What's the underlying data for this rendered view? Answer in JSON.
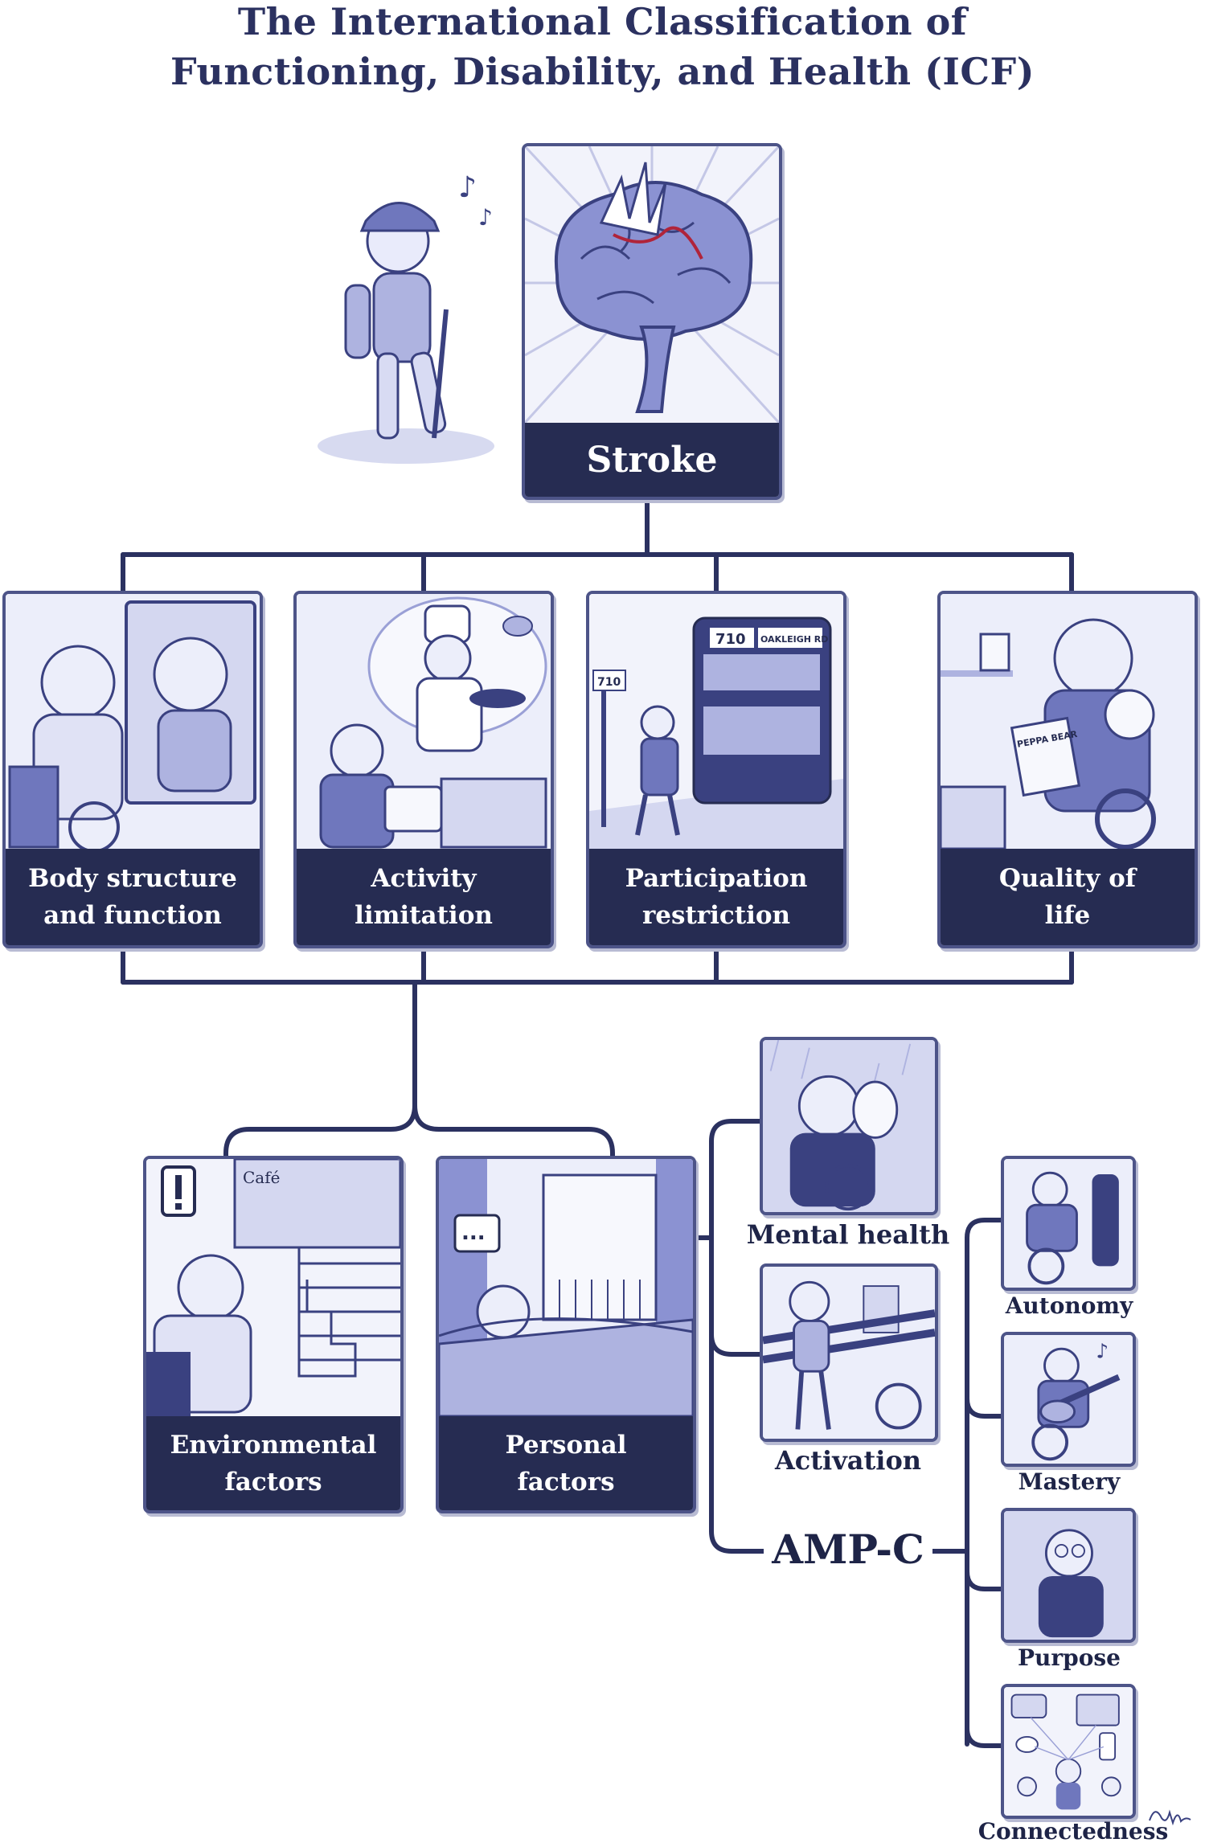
{
  "title": {
    "line1": "The International Classification of",
    "line2": "Functioning, Disability, and Health (ICF)"
  },
  "stroke": {
    "label": "Stroke"
  },
  "impacts": [
    {
      "line1": "Body structure",
      "line2": "and function"
    },
    {
      "line1": "Activity",
      "line2": "limitation"
    },
    {
      "line1": "Participation",
      "line2": "restriction"
    },
    {
      "line1": "Quality of",
      "line2": "life"
    }
  ],
  "factors": [
    {
      "line1": "Environmental",
      "line2": "factors"
    },
    {
      "line1": "Personal",
      "line2": "factors"
    }
  ],
  "personal_items": [
    {
      "label": "Mental health"
    },
    {
      "label": "Activation"
    }
  ],
  "ampc": {
    "label": "AMP-C",
    "items": [
      "Autonomy",
      "Mastery",
      "Purpose",
      "Connectedness"
    ]
  },
  "illustration_text": {
    "bus_route": "710",
    "bus_destination": "OAKLEIGH RD",
    "bus_stop": "710",
    "book": "PEPPA BEAR",
    "cafe": "Café",
    "speech": "..."
  },
  "colors": {
    "navy": "#262c52",
    "line": "#2b3160",
    "card_border": "#4d5488",
    "illustration": "#7b82c4",
    "accent_red": "#b0243a"
  }
}
